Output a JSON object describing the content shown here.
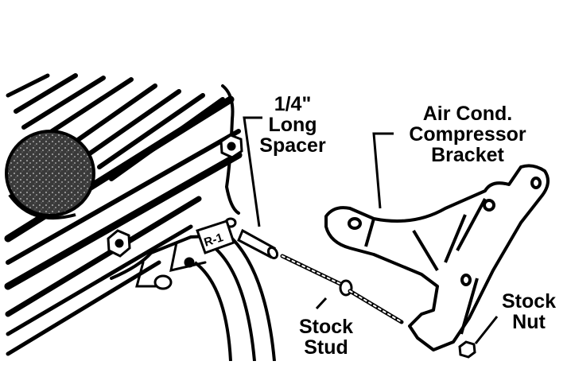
{
  "labels": {
    "spacer": [
      "1/4\"",
      "Long",
      "Spacer"
    ],
    "bracket": [
      "Air Cond.",
      "Compressor",
      "Bracket"
    ],
    "stud": [
      "Stock",
      "Stud"
    ],
    "nut": [
      "Stock",
      "Nut"
    ],
    "part_tag": "R-1"
  }
}
